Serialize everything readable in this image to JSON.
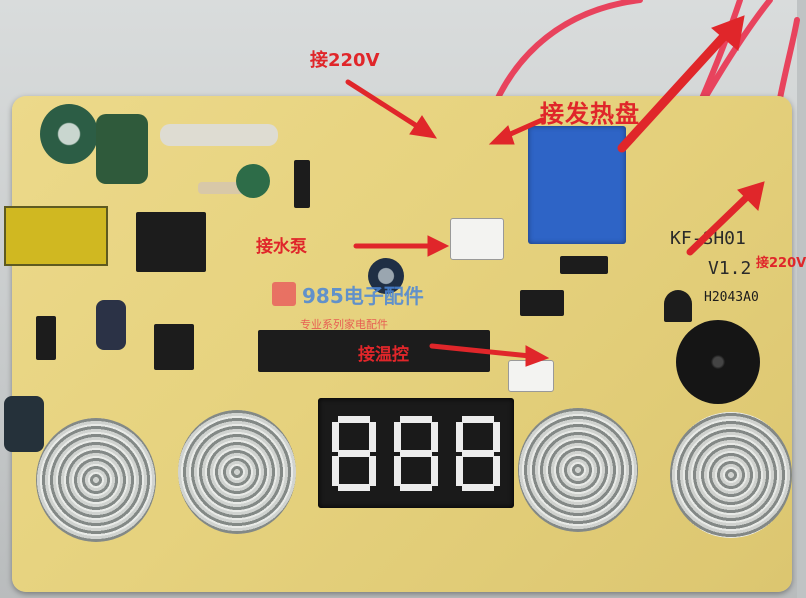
{
  "annotations": {
    "ac_input_1": "接220V",
    "heating_plate": "接发热盘",
    "water_pump": "接水泵",
    "temperature_control": "接温控",
    "ac_input_2": "接220V"
  },
  "silkscreen": {
    "model": "KF-SH01",
    "version": "V1.2",
    "code": "H2043A0"
  },
  "watermark": {
    "brand": "985电子配件",
    "slogan": "专业系列家电配件"
  },
  "display_digits": [
    "8",
    "8",
    "8"
  ],
  "colors": {
    "annotation": "#e0262a",
    "pcb": "#e6d27e",
    "relay": "#2e64c6",
    "wire": "#e8435d"
  }
}
